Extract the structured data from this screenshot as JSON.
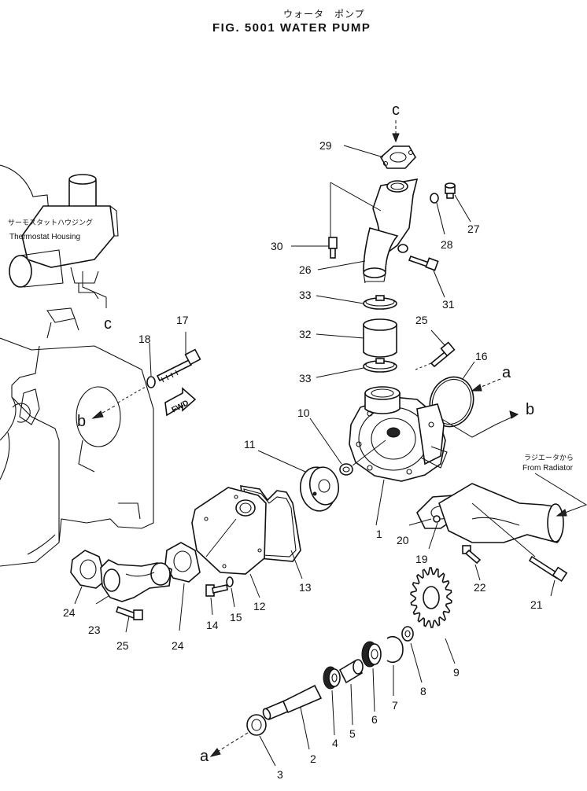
{
  "header": {
    "title_jp": "ウォータ　ポンプ",
    "title": "FIG. 5001  WATER PUMP"
  },
  "callouts": {
    "thermostat_jp": "サーモスタットハウジング",
    "thermostat_en": "Thermostat  Housing",
    "radiator_jp": "ラジエータから",
    "radiator_en": "From  Radiator",
    "fwd": "FWD"
  },
  "refs": {
    "a": "a",
    "b": "b",
    "c": "c"
  },
  "parts": [
    "1",
    "2",
    "3",
    "4",
    "5",
    "6",
    "7",
    "8",
    "9",
    "10",
    "11",
    "12",
    "13",
    "14",
    "15",
    "16",
    "17",
    "18",
    "19",
    "20",
    "21",
    "22",
    "23",
    "24",
    "25",
    "26",
    "27",
    "28",
    "29",
    "30",
    "31",
    "32",
    "33"
  ]
}
